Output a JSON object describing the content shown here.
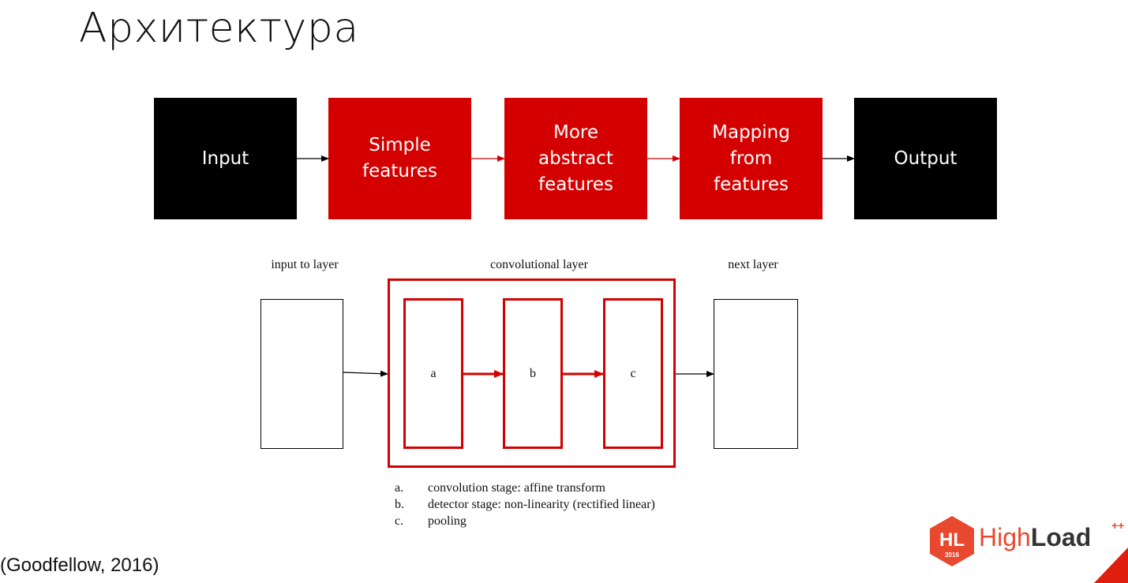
{
  "title": "Архитектура",
  "pipeline": {
    "stages": [
      {
        "label": "Input",
        "style": "black"
      },
      {
        "label": "Simple\nfeatures",
        "style": "red"
      },
      {
        "label": "More\nabstract\nfeatures",
        "style": "red"
      },
      {
        "label": "Mapping\nfrom\nfeatures",
        "style": "red"
      },
      {
        "label": "Output",
        "style": "black"
      }
    ]
  },
  "layer_diagram": {
    "input_label": "input to layer",
    "conv_label": "convolutional layer",
    "next_label": "next layer",
    "stages": [
      "a",
      "b",
      "c"
    ]
  },
  "legend": [
    {
      "marker": "a.",
      "text": "convolution stage: affine transform"
    },
    {
      "marker": "b.",
      "text": "detector stage: non-linearity (rectified linear)"
    },
    {
      "marker": "c.",
      "text": "pooling"
    }
  ],
  "citation": "(Goodfellow, 2016)",
  "logo": {
    "badge": "HL",
    "year": "2016",
    "word_high": "High",
    "word_load": "Load",
    "plus": "++"
  },
  "colors": {
    "accent_red": "#d40000",
    "logo_orange": "#e8492e",
    "black": "#000000"
  },
  "icons": [
    "hexagon-logo-icon",
    "arrow-icon"
  ]
}
